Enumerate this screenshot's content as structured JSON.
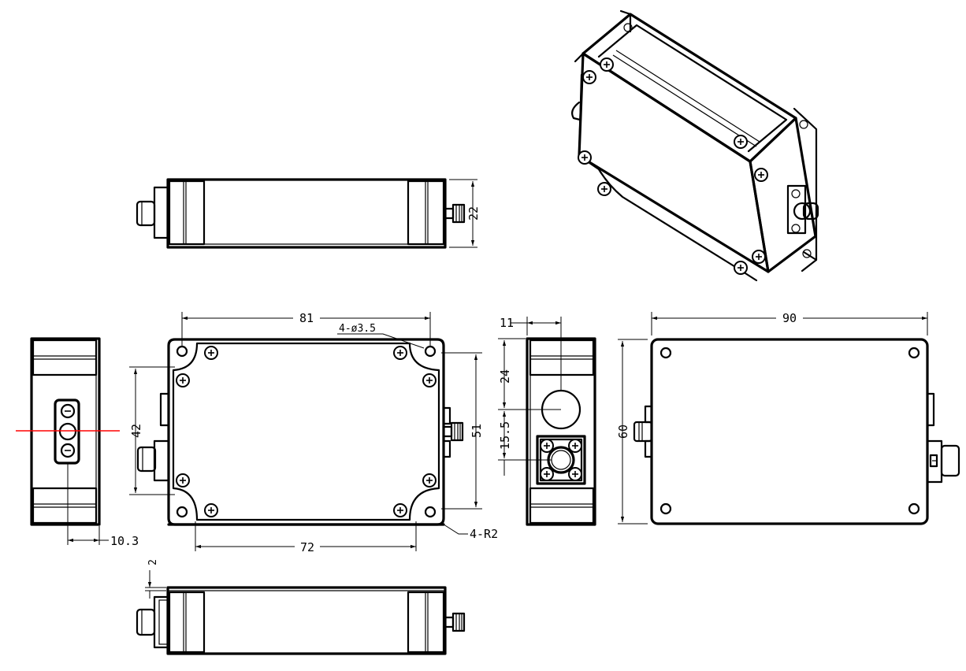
{
  "dimensions": {
    "top_width": "81",
    "hole_label": "4-ø3.5",
    "inner_height": "42",
    "outer_height": "51",
    "bottom_width": "72",
    "corner_radius": "4-R2",
    "side_offset": "10.3",
    "side_height": "22",
    "lip": "2",
    "conn_offset_x": "11",
    "conn_offset_y1": "24",
    "conn_offset_y2": "15.5",
    "base_width": "90",
    "base_height": "60"
  },
  "colors": {
    "line": "#000000",
    "section_line": "#ff0000",
    "background": "#ffffff"
  }
}
